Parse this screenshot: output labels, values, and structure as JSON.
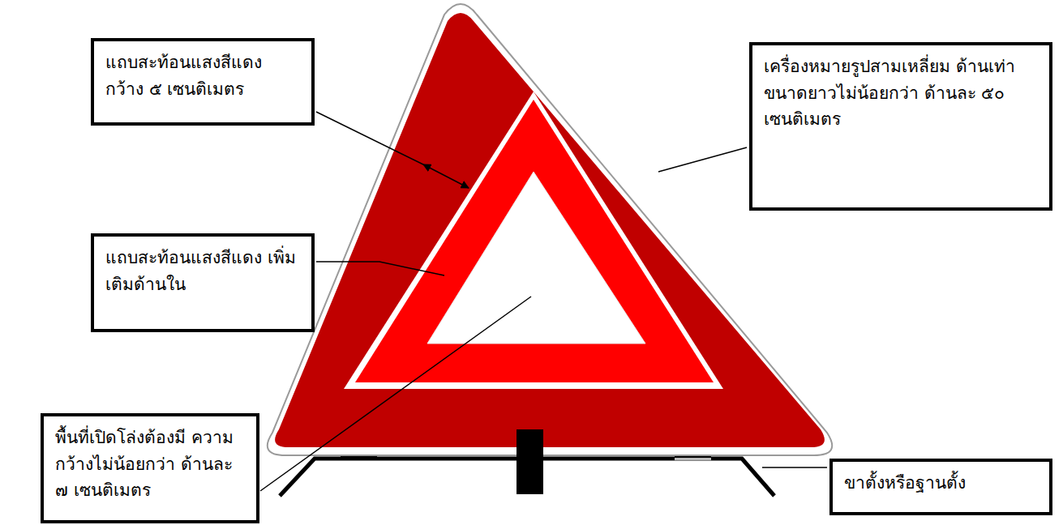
{
  "diagram": {
    "nodes": [
      {
        "text": [
          "แถบสะท้อนแสงสีแดง กว้าง ๕ เซนติเมตร"
        ]
      },
      {
        "text": [
          "เครื่องหมายรูปสามเหลี่ยม ด้านเท่า ขนาดยาวไม่น้อยกว่า ด้านละ ๕๐ เซนติเมตร"
        ]
      },
      {
        "text": [
          "แถบสะท้อนแสงสีแดง เพิ่มเติมด้านใน"
        ]
      },
      {
        "text": [
          "พื้นที่เปิดโล่งต้องมี ความกว้างไม่น้อยกว่า ด้านละ ๗ เซนติเมตร"
        ]
      },
      {
        "text": [
          "ขาตั้งหรือฐานตั้ง"
        ]
      }
    ]
  }
}
